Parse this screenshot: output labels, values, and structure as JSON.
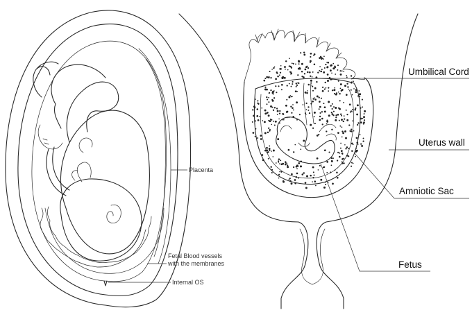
{
  "left_figure": {
    "labels": {
      "placenta": "Placenta",
      "fetal_vessels_line1": "Fetal Blood vessels",
      "fetal_vessels_line2": "with the membranes",
      "internal_os": "Internal OS"
    }
  },
  "right_figure": {
    "labels": {
      "umbilical_cord": "Umbilical Cord",
      "uterus_wall": "Uterus wall",
      "amniotic_sac": "Amniotic Sac",
      "fetus": "Fetus"
    }
  },
  "colors": {
    "line": "#2a2a2a",
    "text": "#111111",
    "background": "#ffffff"
  }
}
